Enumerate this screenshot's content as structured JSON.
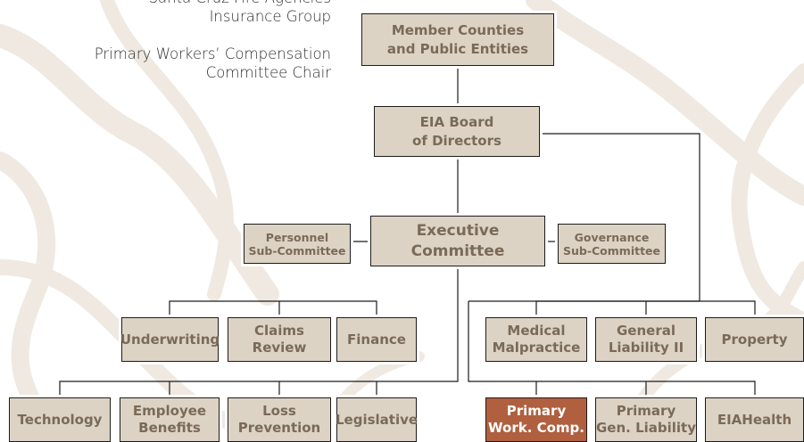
{
  "side_text": {
    "line1": "Santa Cruz Fire Agencies",
    "line2": "Insurance Group",
    "line3": "Primary Workers’ Compensation",
    "line4": "Committee Chair"
  },
  "boxes": {
    "member": [
      "Member Counties",
      "and Public Entities"
    ],
    "board": [
      "EIA Board",
      "of Directors"
    ],
    "executive": [
      "Executive",
      "Committee"
    ],
    "personnel": [
      "Personnel",
      "Sub-Committee"
    ],
    "governance": [
      "Governance",
      "Sub-Committee"
    ],
    "underwriting": [
      "Underwriting"
    ],
    "claims": [
      "Claims",
      "Review"
    ],
    "finance": [
      "Finance"
    ],
    "technology": [
      "Technology"
    ],
    "employee": [
      "Employee",
      "Benefits"
    ],
    "loss": [
      "Loss",
      "Prevention"
    ],
    "legislative": [
      "Legislative"
    ],
    "medical": [
      "Medical",
      "Malpractice"
    ],
    "general": [
      "General",
      "Liability II"
    ],
    "property": [
      "Property"
    ],
    "primary_wc": [
      "Primary",
      "Work. Comp."
    ],
    "primary_gl": [
      "Primary",
      "Gen. Liability"
    ],
    "eiahealth": [
      "EIAHealth"
    ]
  },
  "colors": {
    "box_fill": "#ddd3c5",
    "box_text": "#7a6a58",
    "highlight_fill": "#b0603f",
    "highlight_text": "#ffffff",
    "line": "#1c1c1c"
  }
}
